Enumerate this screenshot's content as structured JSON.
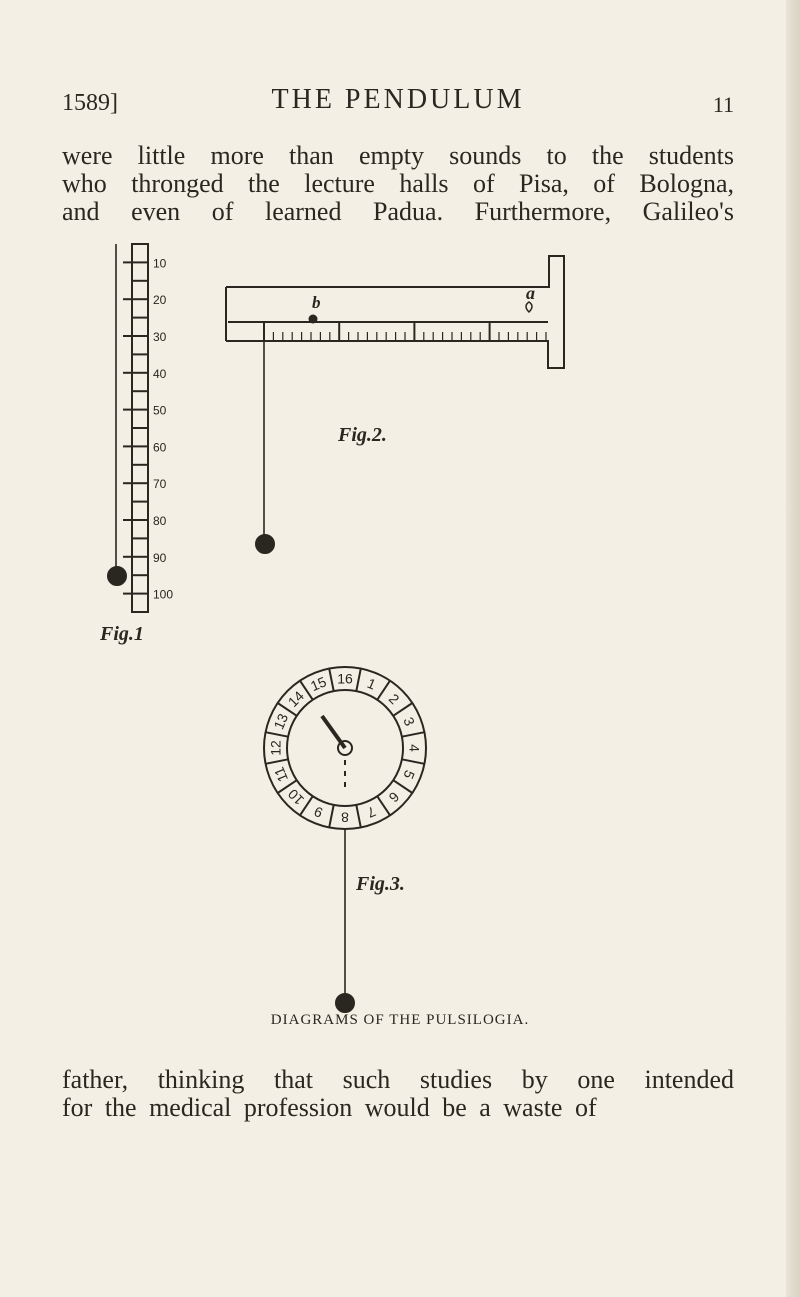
{
  "header": {
    "year": "1589]",
    "title": "THE PENDULUM",
    "page_number": "11"
  },
  "text_top": [
    "were little more than empty sounds to the students",
    "who thronged the lecture halls of Pisa, of Bologna,",
    "and even of learned Padua.  Furthermore, Galileo's"
  ],
  "figure1": {
    "label": "Fig.1",
    "scale": [
      "10",
      "20",
      "30",
      "40",
      "50",
      "60",
      "70",
      "80",
      "90",
      "100"
    ]
  },
  "figure2": {
    "label": "Fig.2.",
    "letter_a": "a",
    "letter_b": "b"
  },
  "figure3": {
    "label": "Fig.3.",
    "dial_numbers": [
      "16",
      "1",
      "2",
      "3",
      "4",
      "5",
      "6",
      "7",
      "8",
      "9",
      "10",
      "11",
      "12",
      "13",
      "14",
      "15"
    ]
  },
  "caption": "DIAGRAMS OF THE PULSILOGIA.",
  "text_bottom": [
    "father, thinking that such studies by one intended",
    "for the medical profession would be a waste of"
  ],
  "colors": {
    "paper": "#f3efe5",
    "ink": "#2a2620"
  }
}
